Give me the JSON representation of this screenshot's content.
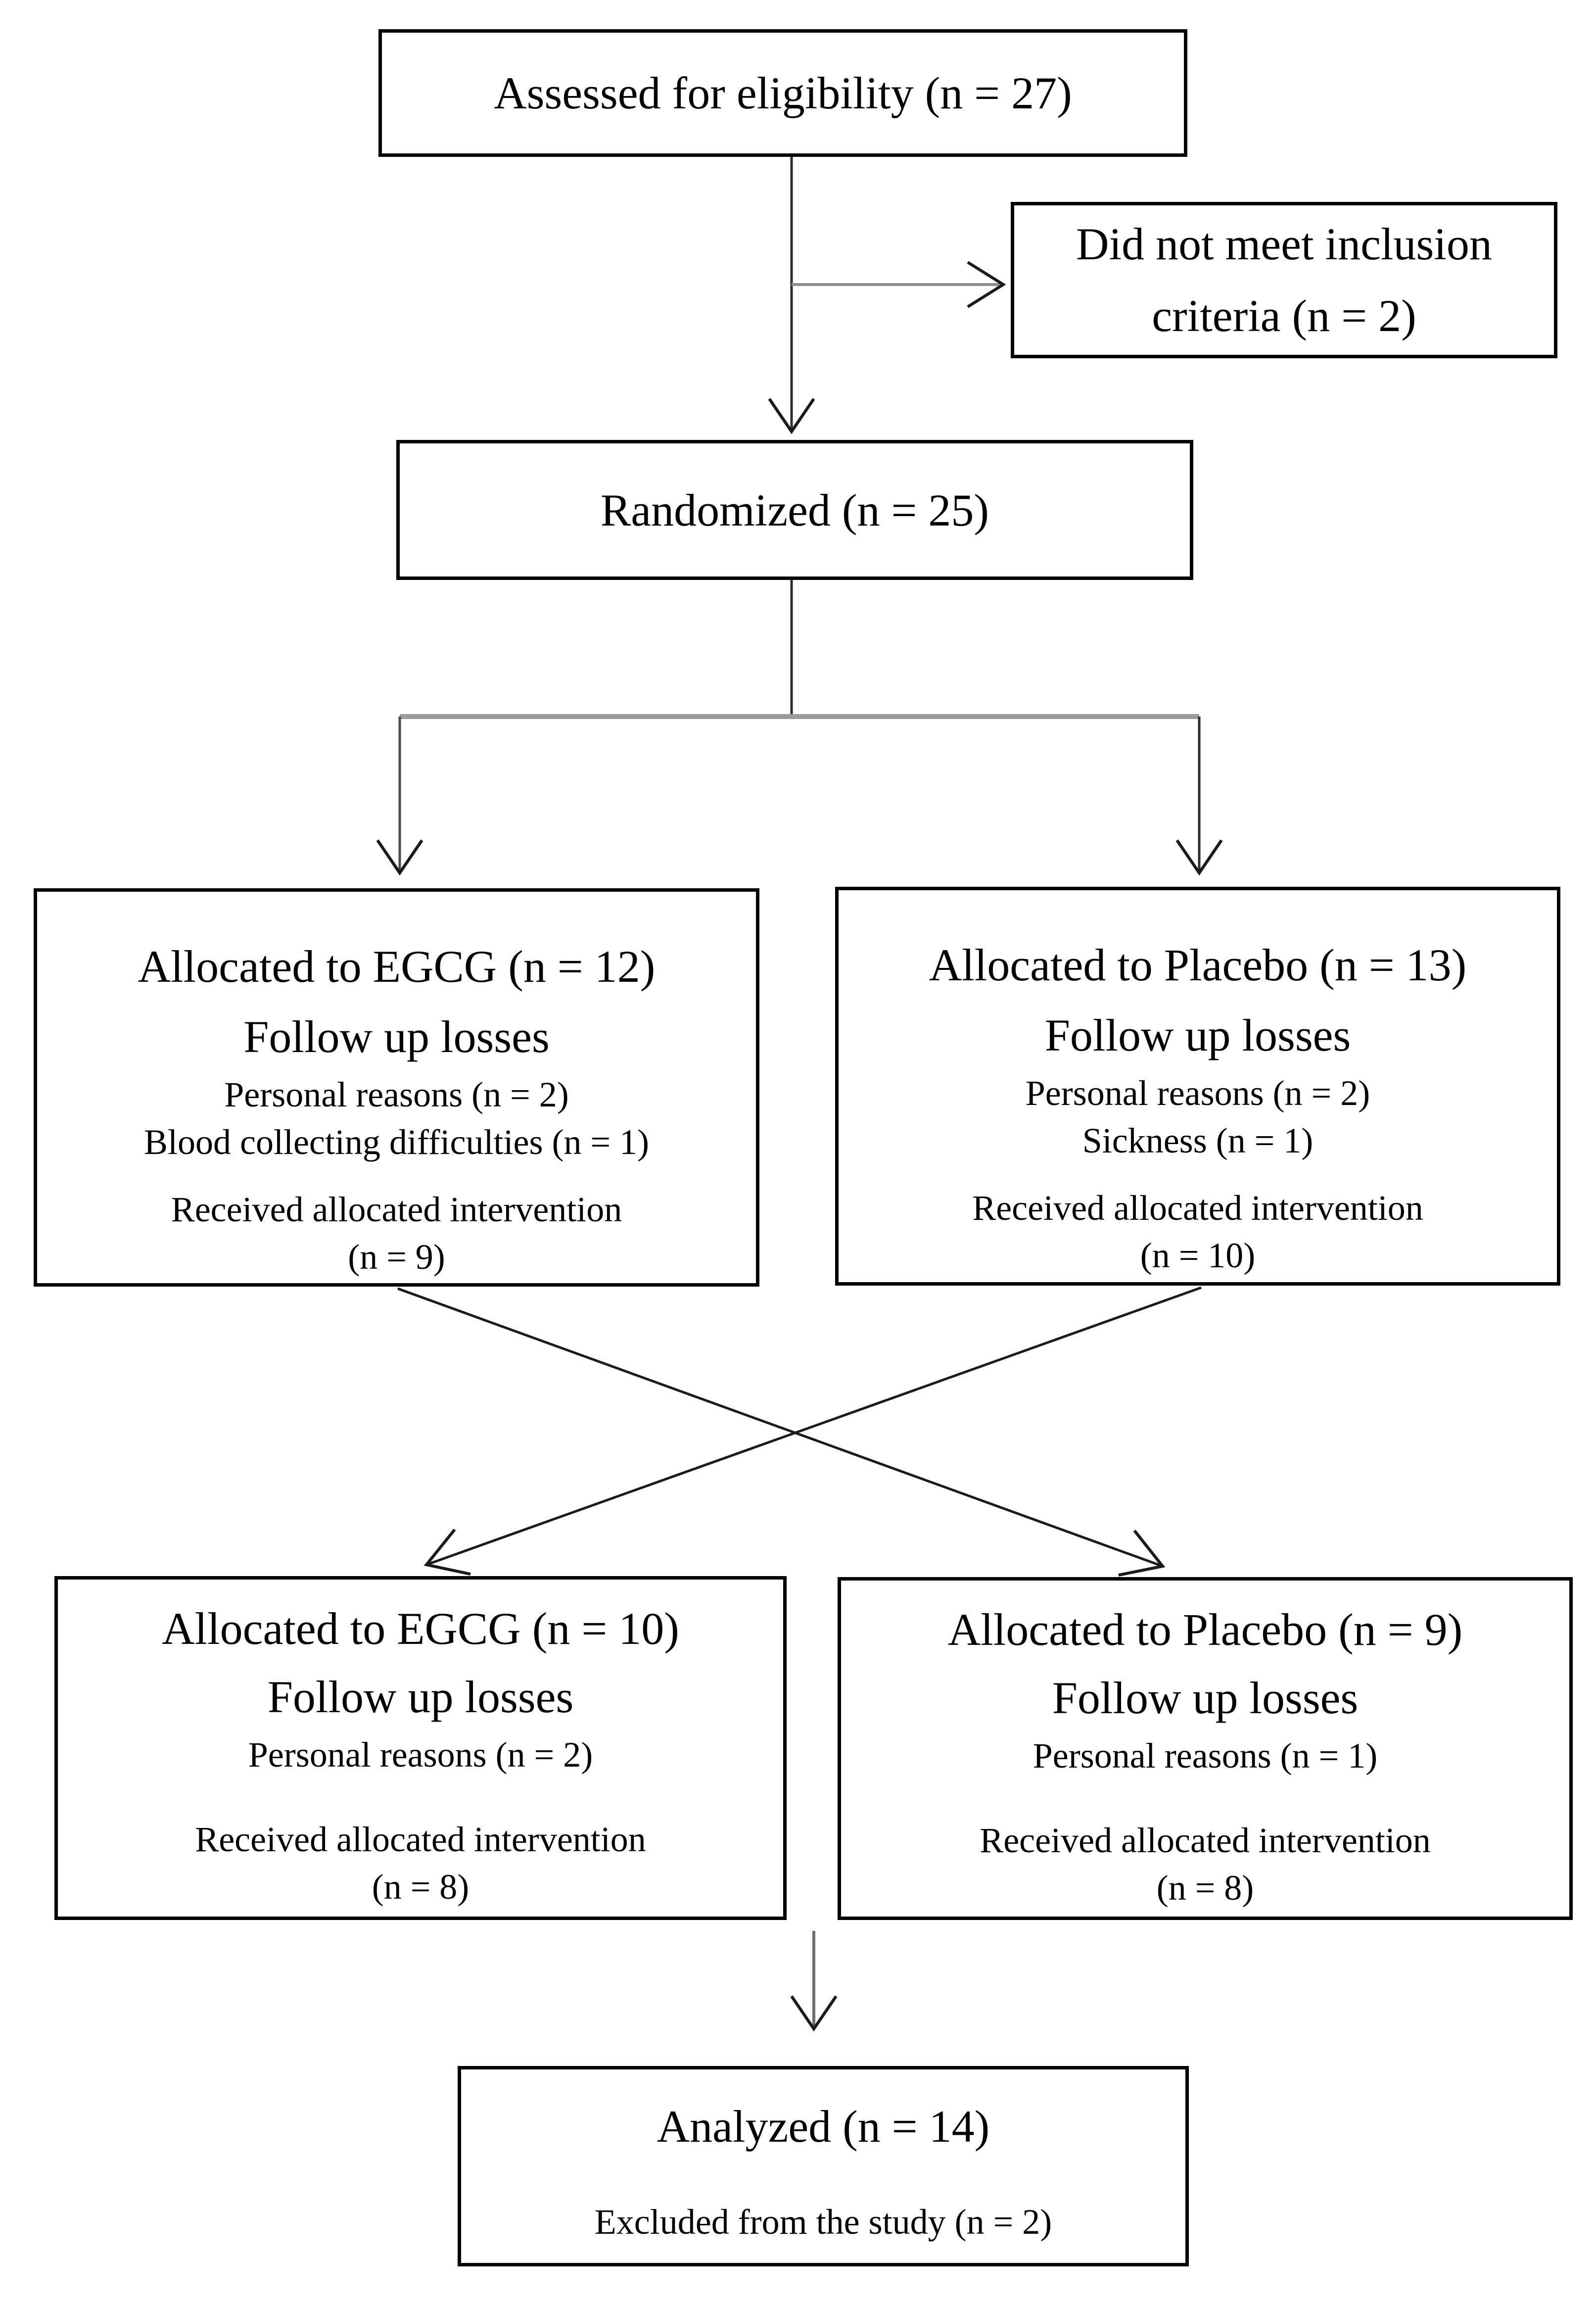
{
  "figure": {
    "type": "consort-flow-diagram",
    "background": "#ffffff",
    "colors": {
      "box_border": "#000000",
      "text": "#000000",
      "connector_dark": "#2e2e2e",
      "connector_gray": "#8f8f8f",
      "arrowhead": "#1a1a1a"
    }
  },
  "boxes": {
    "assessed": {
      "lines": [
        "Assessed for eligibility (n = 27)"
      ]
    },
    "notmet": {
      "lines": [
        "Did not meet inclusion",
        "criteria (n = 2)"
      ]
    },
    "randomized": {
      "lines": [
        "Randomized (n = 25)"
      ]
    },
    "egcg1": {
      "lines": [
        "Allocated to EGCG (n = 12)",
        "Follow up losses",
        "Personal reasons (n = 2)",
        "Blood collecting difficulties (n = 1)",
        "Received allocated intervention",
        "(n = 9)"
      ]
    },
    "placebo1": {
      "lines": [
        "Allocated to Placebo (n = 13)",
        "Follow up losses",
        "Personal reasons (n = 2)",
        "Sickness (n = 1)",
        "Received allocated intervention",
        "(n = 10)"
      ]
    },
    "egcg2": {
      "lines": [
        "Allocated to EGCG (n = 10)",
        "Follow up losses",
        "Personal reasons (n = 2)",
        "Received allocated intervention",
        "(n = 8)"
      ]
    },
    "placebo2": {
      "lines": [
        "Allocated to Placebo (n = 9)",
        "Follow up losses",
        "Personal reasons (n = 1)",
        "Received allocated intervention",
        "(n = 8)"
      ]
    },
    "analyzed": {
      "lines": [
        "Analyzed (n = 14)",
        "Excluded from the study (n = 2)"
      ]
    }
  },
  "edges": [
    {
      "from": "assessed-for-eligibility",
      "to": "randomized"
    },
    {
      "from": "assessed-for-eligibility",
      "to": "did-not-meet-inclusion-criteria"
    },
    {
      "from": "randomized",
      "to": "allocated-egcg-round1"
    },
    {
      "from": "randomized",
      "to": "allocated-placebo-round1"
    },
    {
      "from": "allocated-egcg-round1",
      "to": "allocated-placebo-round2",
      "style": "crossover"
    },
    {
      "from": "allocated-placebo-round1",
      "to": "allocated-egcg-round2",
      "style": "crossover"
    },
    {
      "from": "allocated-round2",
      "to": "analyzed"
    }
  ]
}
